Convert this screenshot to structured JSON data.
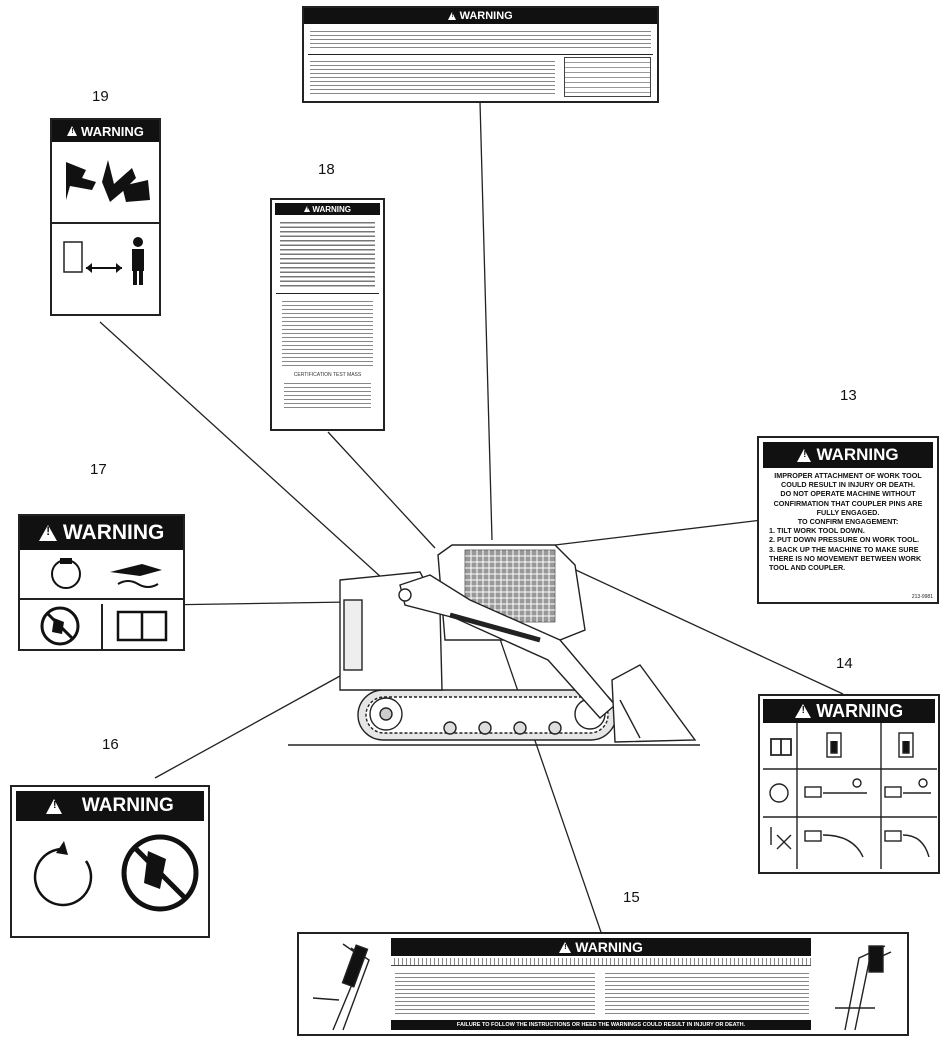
{
  "callouts": [
    "19",
    "18",
    "17",
    "13",
    "14",
    "16",
    "15"
  ],
  "warning_word": "WARNING",
  "decal13": {
    "heading": "WARNING",
    "lines": [
      "IMPROPER ATTACHMENT OF WORK TOOL COULD RESULT IN INJURY OR DEATH.",
      "DO NOT OPERATE MACHINE WITHOUT CONFIRMATION THAT COUPLER PINS ARE FULLY ENGAGED.",
      "TO CONFIRM ENGAGEMENT:",
      "1. TILT WORK TOOL DOWN.",
      "2. PUT DOWN PRESSURE ON WORK TOOL.",
      "3. BACK UP THE MACHINE TO MAKE SURE THERE IS NO MOVEMENT BETWEEN WORK TOOL AND COUPLER."
    ],
    "code": "213-9981"
  },
  "decal18": {
    "heading": "WARNING",
    "fine_b": "CERTIFICATION TEST MASS"
  },
  "decal14": {
    "heading": "WARNING"
  },
  "decal16": {
    "heading": "WARNING"
  },
  "decal17": {
    "heading": "WARNING"
  },
  "decal19": {
    "heading": "WARNING"
  },
  "decal15": {
    "heading": "WARNING",
    "footer": "FAILURE TO FOLLOW THE INSTRUCTIONS OR HEED THE WARNINGS COULD RESULT IN INJURY OR DEATH."
  },
  "decaltop": {
    "heading": "WARNING"
  }
}
